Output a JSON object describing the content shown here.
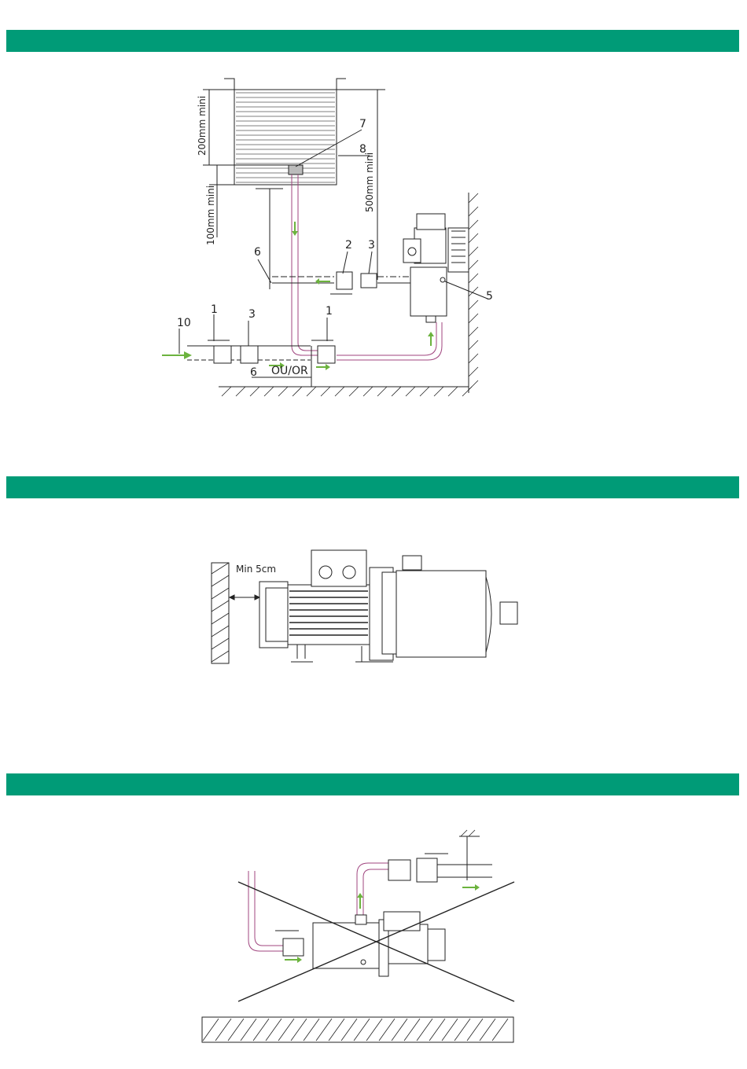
{
  "colors": {
    "band": "#009b77",
    "line": "#222222",
    "pipe": "#a0457f",
    "arrow": "#6cb33e"
  },
  "figure1": {
    "labels": {
      "dim_200": "200mm mini",
      "dim_100": "100mm mini",
      "dim_500": "500mm mini",
      "n7": "7",
      "n8": "8",
      "n6a": "6",
      "n2": "2",
      "n3a": "3",
      "n5": "5",
      "n1a": "1",
      "n3b": "3",
      "n1b": "1",
      "n10": "10",
      "n6b": "6",
      "ou_or": "OU/OR"
    }
  },
  "figure2": {
    "labels": {
      "min": "Min 5cm"
    }
  }
}
